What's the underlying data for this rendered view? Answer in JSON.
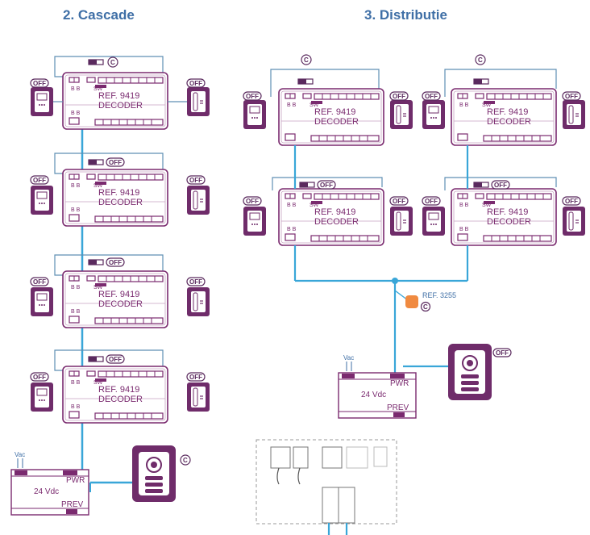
{
  "titles": {
    "cascade": "2. Cascade",
    "distributie": "3. Distributie"
  },
  "decoder": {
    "ref": "REF. 9419",
    "name": "DECODER",
    "sw": "SW",
    "bb": "B B"
  },
  "labels": {
    "off": "OFF",
    "c": "C",
    "sw": "SW",
    "bb": "B B"
  },
  "psu": {
    "voltage": "24 Vdc",
    "pwr": "PWR",
    "prev": "PREV",
    "vac": "Vac"
  },
  "ref3255": "REF. 3255",
  "colors": {
    "wire_blue": "#39a6d8",
    "device_purple": "#7a2a6f",
    "title_blue": "#3f6fa6",
    "orange": "#f08a40"
  }
}
